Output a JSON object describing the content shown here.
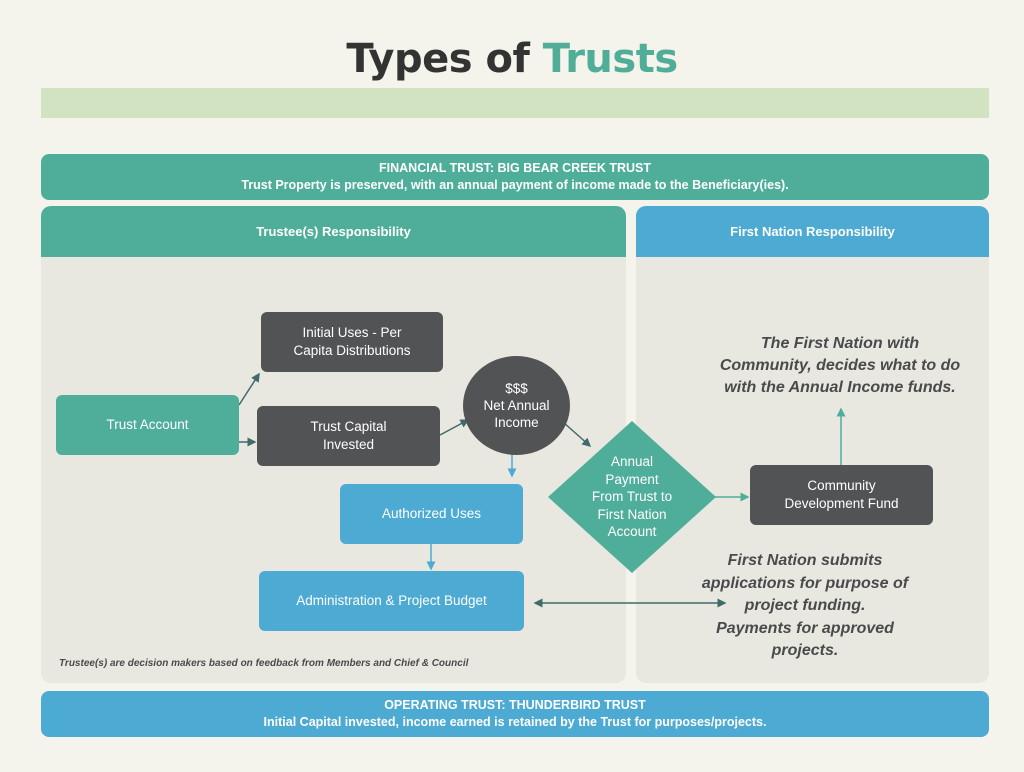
{
  "title": {
    "prefix": "Types of",
    "accent": "Trusts"
  },
  "colors": {
    "teal": "#4fae9a",
    "blue": "#4daad2",
    "dark": "#525355",
    "light_green_bar": "#d2e3c1",
    "panel_bg": "#e8e8e0",
    "page_bg": "#f4f3ec"
  },
  "financial_trust": {
    "heading": "FINANCIAL TRUST: BIG BEAR CREEK TRUST",
    "description": "Trust Property is preserved, with an annual payment of income made to the Beneficiary(ies)."
  },
  "trustee_panel": {
    "heading": "Trustee(s) Responsibility",
    "footnote": "Trustee(s) are decision makers based on feedback from Members and Chief & Council"
  },
  "first_nation_panel": {
    "heading": "First Nation Responsibility"
  },
  "nodes": {
    "trust_account": "Trust Account",
    "initial_uses": [
      "Initial Uses - Per",
      "Capita Distributions"
    ],
    "trust_capital": [
      "Trust Capital",
      "Invested"
    ],
    "net_income": [
      "$$$",
      "Net Annual",
      "Income"
    ],
    "authorized_uses": "Authorized Uses",
    "admin_budget": "Administration & Project Budget",
    "annual_payment": [
      "Annual",
      "Payment",
      "From Trust to",
      "First Nation",
      "Account"
    ],
    "community_fund": [
      "Community",
      "Development Fund"
    ]
  },
  "notes": {
    "decides": [
      "The First Nation with",
      "Community, decides what to do",
      "with the Annual Income funds."
    ],
    "submits": [
      "First Nation submits",
      "applications for purpose of",
      "project funding.",
      "Payments for approved",
      "projects."
    ]
  },
  "operating_trust": {
    "heading": "OPERATING TRUST: THUNDERBIRD TRUST",
    "description": "Initial Capital invested, income earned is retained by the Trust for purposes/projects."
  }
}
